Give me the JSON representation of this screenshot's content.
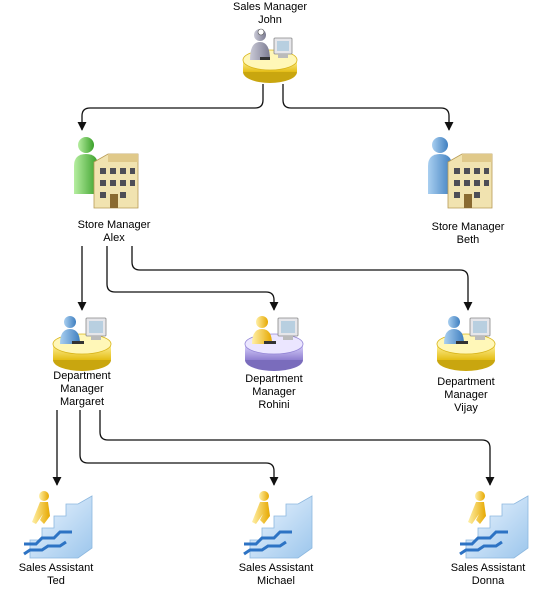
{
  "nodes": {
    "sales_manager_john": {
      "role": "Sales Manager",
      "name": "John",
      "icon": "manager-at-desk-icon"
    },
    "store_manager_alex": {
      "role": "Store Manager",
      "name": "Alex",
      "icon": "person-with-store-icon",
      "person_color": "#5fc44a"
    },
    "store_manager_beth": {
      "role": "Store Manager",
      "name": "Beth",
      "icon": "person-with-store-icon",
      "person_color": "#6ea6d8"
    },
    "dept_manager_margaret": {
      "role_line1": "Department",
      "role_line2": "Manager",
      "name": "Margaret",
      "icon": "person-at-desk-icon",
      "desk_color": "#f3d633"
    },
    "dept_manager_rohini": {
      "role_line1": "Department",
      "role_line2": "Manager",
      "name": "Rohini",
      "icon": "person-at-desk-icon",
      "desk_color": "#a99ae0"
    },
    "dept_manager_vijay": {
      "role_line1": "Department",
      "role_line2": "Manager",
      "name": "Vijay",
      "icon": "person-at-desk-icon",
      "desk_color": "#f3d633"
    },
    "sales_assistant_ted": {
      "role": "Sales Assistant",
      "name": "Ted",
      "icon": "person-climbing-stairs-icon"
    },
    "sales_assistant_michael": {
      "role": "Sales Assistant",
      "name": "Michael",
      "icon": "person-climbing-stairs-icon"
    },
    "sales_assistant_donna": {
      "role": "Sales Assistant",
      "name": "Donna",
      "icon": "person-climbing-stairs-icon"
    }
  },
  "edges": [
    {
      "from": "Sales Manager John",
      "to": "Store Manager Alex"
    },
    {
      "from": "Sales Manager John",
      "to": "Store Manager Beth"
    },
    {
      "from": "Store Manager Alex",
      "to": "Department Manager Margaret"
    },
    {
      "from": "Store Manager Alex",
      "to": "Department Manager Rohini"
    },
    {
      "from": "Store Manager Alex",
      "to": "Department Manager Vijay"
    },
    {
      "from": "Department Manager Margaret",
      "to": "Sales Assistant Ted"
    },
    {
      "from": "Department Manager Margaret",
      "to": "Sales Assistant Michael"
    },
    {
      "from": "Department Manager Margaret",
      "to": "Sales Assistant Donna"
    }
  ],
  "colors": {
    "edge": "#111111",
    "desk_yellow": "#f3d633",
    "desk_purple": "#a99ae0",
    "person_blue": "#6ea6d8",
    "person_green": "#5fc44a",
    "building": "#e8d9a8",
    "stairs": "#cfe4f6",
    "climber": "#f7c52c"
  }
}
